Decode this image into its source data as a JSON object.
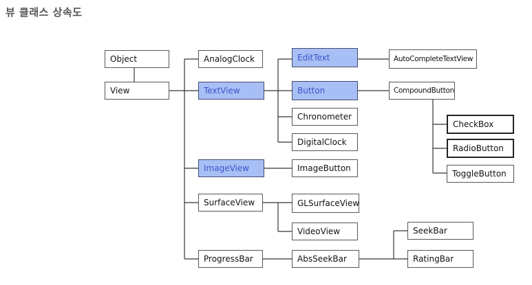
{
  "header": {
    "title": "뷰 클래스 상속도"
  },
  "diagram": {
    "nodes": {
      "object": "Object",
      "view": "View",
      "analog_clock": "AnalogClock",
      "text_view": "TextView",
      "image_view": "ImageView",
      "surface_view": "SurfaceView",
      "progress_bar": "ProgressBar",
      "edit_text": "EditText",
      "button": "Button",
      "chronometer": "Chronometer",
      "digital_clock": "DigitalClock",
      "image_button": "ImageButton",
      "gl_surface_view": "GLSurfaceView",
      "video_view": "VideoView",
      "abs_seek_bar": "AbsSeekBar",
      "auto_complete_text_view": "AutoCompleteTextView",
      "compound_button": "CompoundButton",
      "seek_bar": "SeekBar",
      "rating_bar": "RatingBar",
      "check_box": "CheckBox",
      "radio_button": "RadioButton",
      "toggle_button": "ToggleButton"
    },
    "colors": {
      "highlight_fill": "#a8bff5",
      "highlight_text": "#3b55c9",
      "line": "#333333"
    }
  }
}
